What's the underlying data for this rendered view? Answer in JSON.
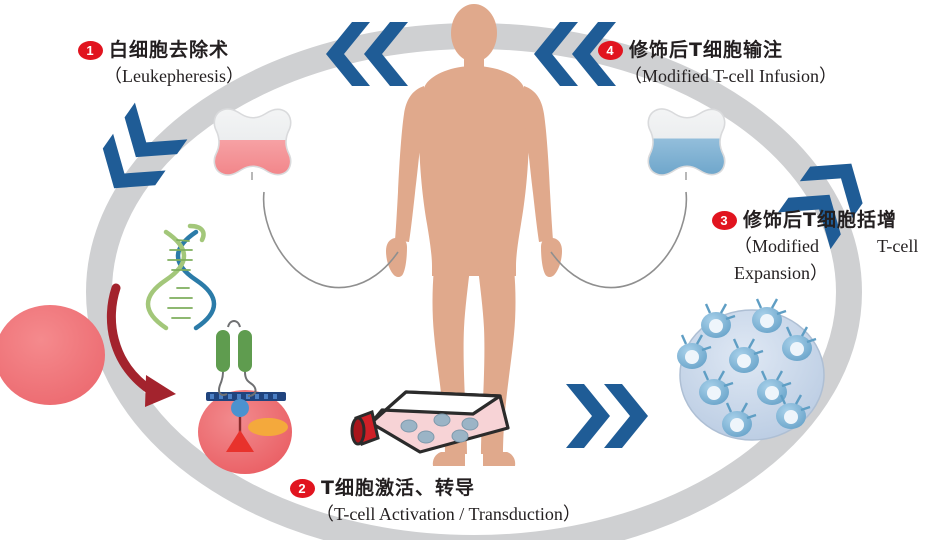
{
  "diagram": {
    "title_implied": "CAR-T cell therapy process cycle",
    "type": "cycle-diagram",
    "ring_color": "#cfd0d2",
    "arrow_color": "#1f5c96",
    "badge_color": "#e1141f",
    "text_color": "#231f20",
    "background": "#ffffff"
  },
  "steps": [
    {
      "number": "1",
      "cn": "白细胞去除术",
      "en": "（Leukepheresis）",
      "position": "top-left"
    },
    {
      "number": "2",
      "cn": "T细胞激活、转导",
      "en": "（T-cell Activation / Transduction）",
      "position": "bottom-center"
    },
    {
      "number": "3",
      "cn": "修饰后T细胞括增",
      "en_line1_a": "（Modified",
      "en_line1_b": "T-cell",
      "en_line2": "Expansion）",
      "position": "right"
    },
    {
      "number": "4",
      "cn": "修饰后T细胞输注",
      "en": "（Modified T-cell Infusion）",
      "position": "top-right"
    }
  ],
  "figures": {
    "patient": {
      "name": "human-body-silhouette",
      "color": "#e0a98c"
    },
    "blood_bag_out": {
      "name": "blood-collection-bag",
      "fluid_color": "#f2868a",
      "top_color": "#e9eaec"
    },
    "blood_bag_in": {
      "name": "modified-cell-bag",
      "fluid_color": "#79aed0",
      "top_color": "#e9eaec"
    },
    "dna": {
      "name": "dna-double-helix",
      "strand_a": "#2b7ba8",
      "strand_b": "#a3c77a"
    },
    "source_cell": {
      "name": "source-blood-cell",
      "color": "#ef7a7e"
    },
    "car_t_cell": {
      "name": "car-t-cell",
      "body_color": "#ee6f73",
      "receptor_color": "#5f9c4f",
      "membrane_color": "#20447e",
      "nucleus_color": "#4b92cf",
      "signal_color": "#e8322c",
      "granule_color": "#f4a93c"
    },
    "transduction_arrow": {
      "name": "transduction-arrow",
      "color": "#a3232d"
    },
    "culture_flask": {
      "name": "cell-culture-flask",
      "medium_color": "#f7d3d6",
      "cap_color": "#cf2027",
      "cell_color": "#9bb4c6"
    },
    "petri_dish": {
      "name": "expansion-petri-dish",
      "dish_color": "#c3d4e8",
      "cell_color": "#7fb3d5"
    }
  },
  "arrow_groups": [
    {
      "name": "arrows-top-left",
      "direction": "left",
      "count": 2
    },
    {
      "name": "arrows-top-right",
      "direction": "left",
      "count": 2
    },
    {
      "name": "arrows-left",
      "direction": "down-left",
      "count": 2
    },
    {
      "name": "arrows-right",
      "direction": "up-right",
      "count": 2
    },
    {
      "name": "arrows-bottom",
      "direction": "right",
      "count": 2
    }
  ]
}
